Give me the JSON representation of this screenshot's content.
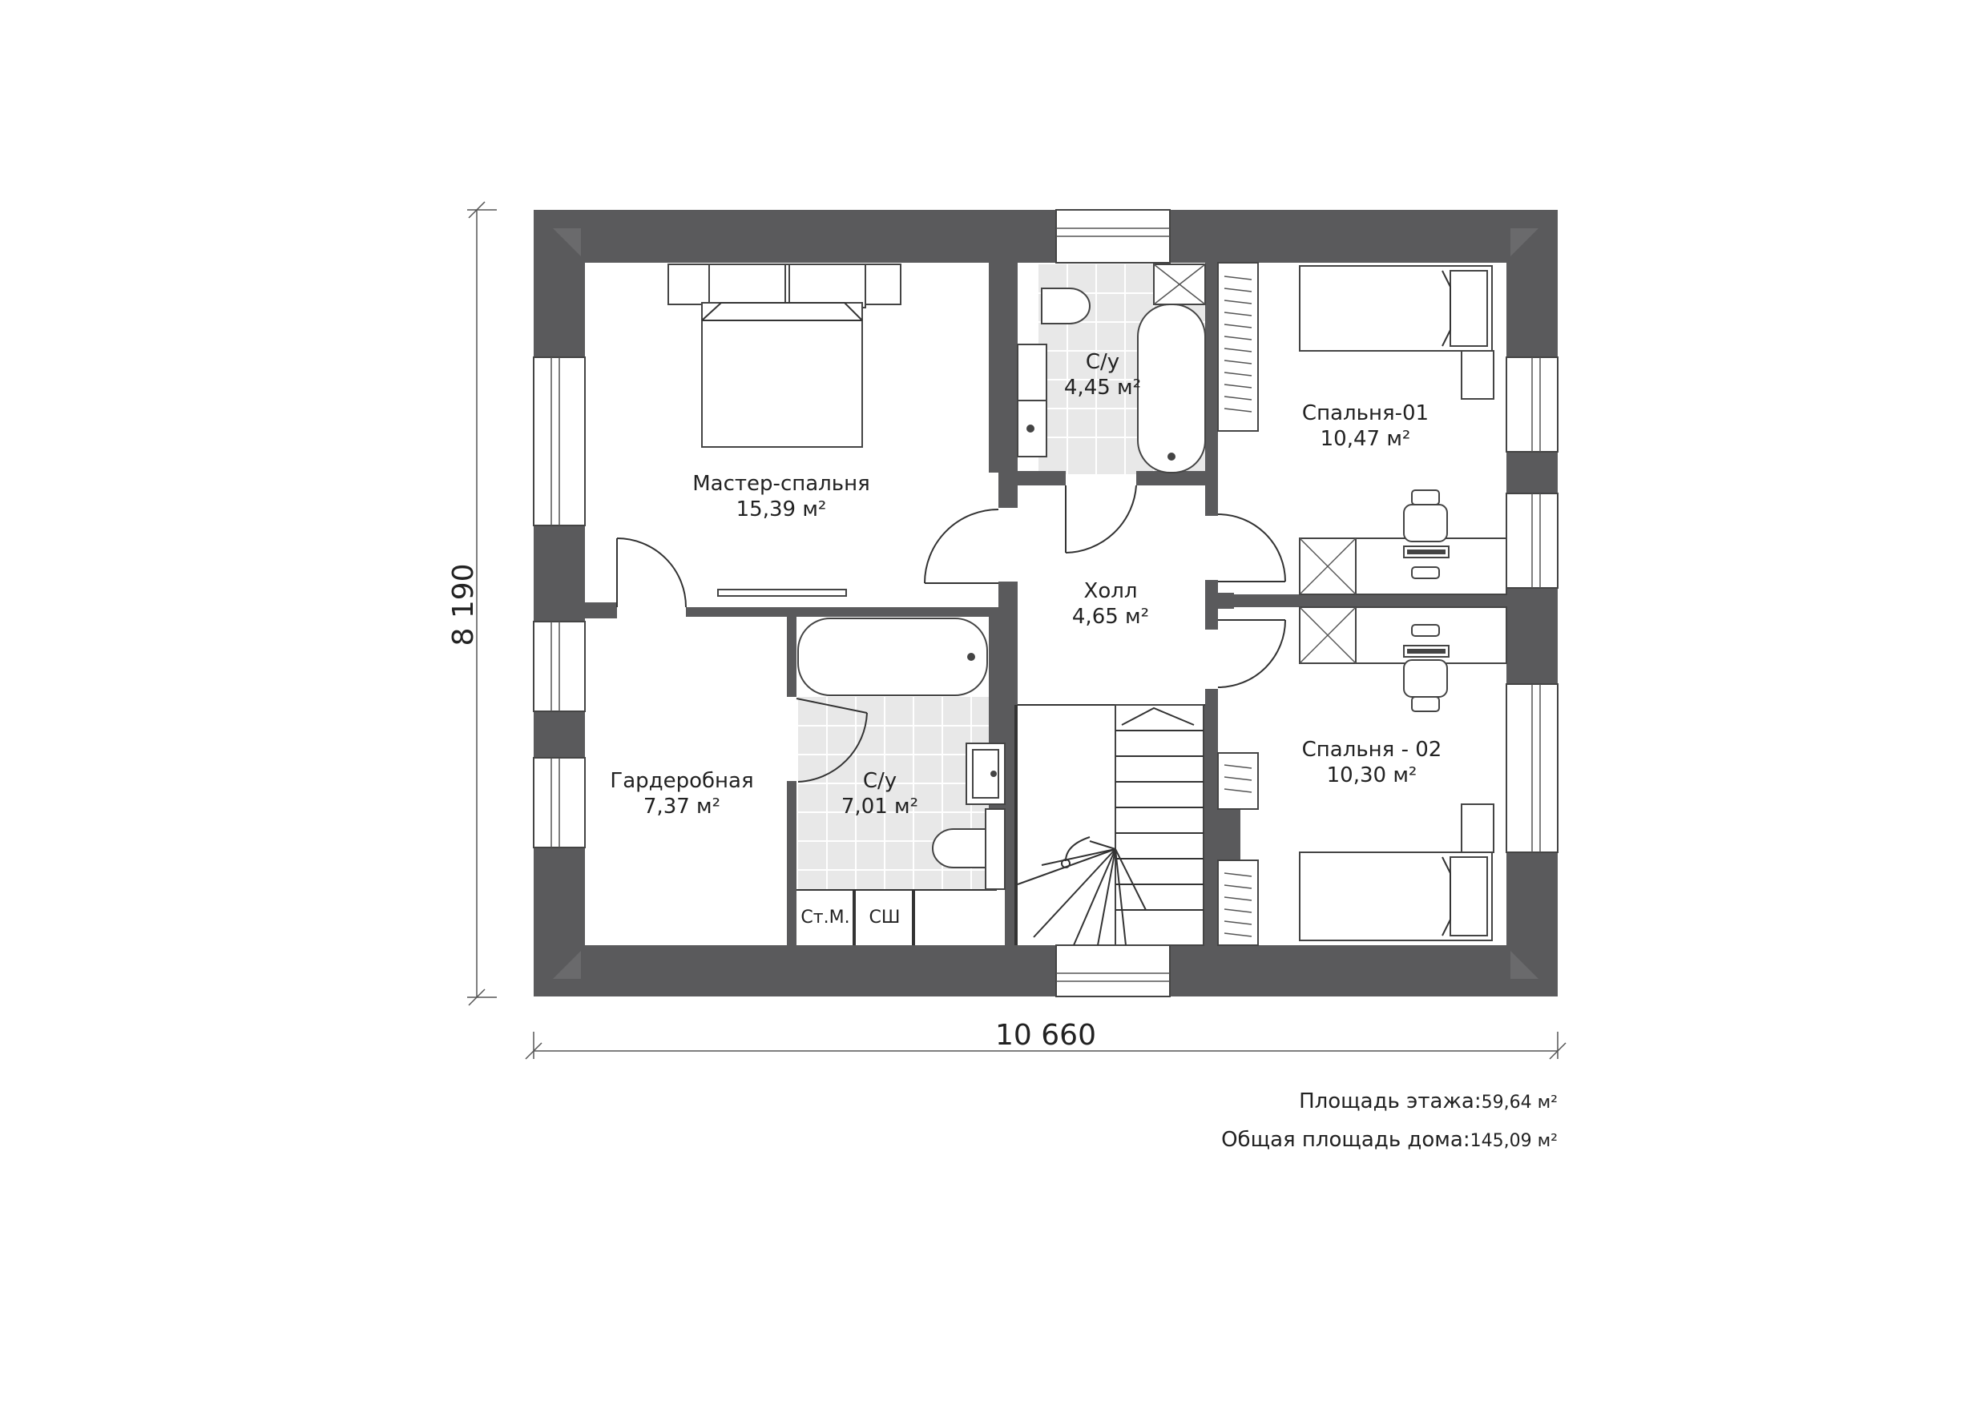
{
  "dimensions": {
    "width_label": "10 660",
    "height_label": "8 190"
  },
  "rooms": {
    "master_bedroom": {
      "name": "Мастер-спальня",
      "area": "15,39 м²"
    },
    "wardrobe": {
      "name": "Гардеробная",
      "area": "7,37 м²"
    },
    "bath_top": {
      "name": "С/у",
      "area": "4,45 м²"
    },
    "bath_bottom": {
      "name": "С/у",
      "area": "7,01 м²"
    },
    "hall": {
      "name": "Холл",
      "area": "4,65 м²"
    },
    "bedroom_01": {
      "name": "Спальня-01",
      "area": "10,47 м²"
    },
    "bedroom_02": {
      "name": "Спальня - 02",
      "area": "10,30 м²"
    }
  },
  "closets": {
    "washer": "Ст.М.",
    "dryer": "СШ"
  },
  "summary": {
    "floor_area_label": "Площадь этажа:",
    "floor_area_value": "59,64 м²",
    "total_area_label": "Общая площадь дома:",
    "total_area_value": "145,09 м²"
  },
  "colors": {
    "wall": "#5a5a5c",
    "tile": "#e8e8e8",
    "line": "#333333"
  }
}
